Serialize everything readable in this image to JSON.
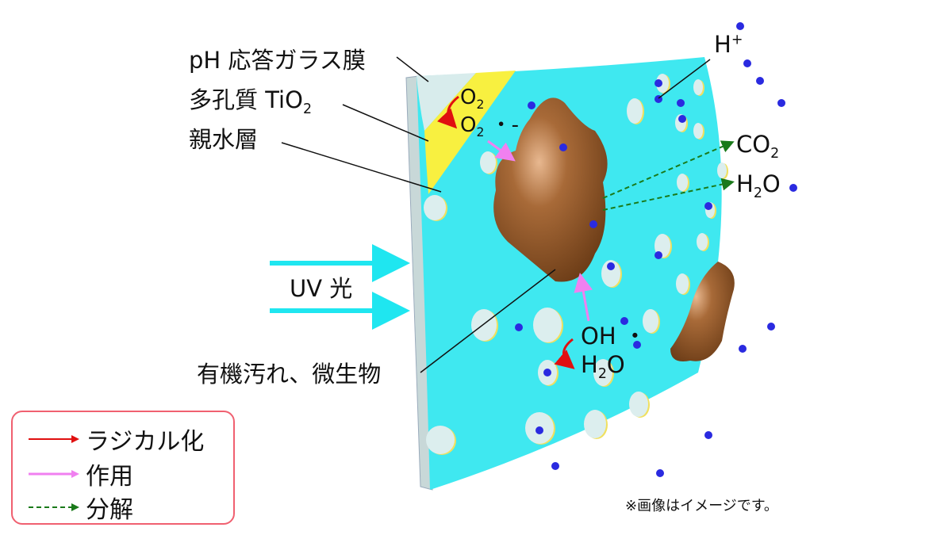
{
  "labels": {
    "glass": "pH 応答ガラス膜",
    "tio2": "多孔質 TiO",
    "tio2_sub": "2",
    "hydrophilic": "親水層",
    "uv": "UV 光",
    "organic": "有機汚れ、微生物",
    "h_plus": "H",
    "h_plus_sup": "+",
    "co2": "CO",
    "co2_sub": "2",
    "h2o_out_h": "H",
    "h2o_out_sub": "2",
    "h2o_out_o": "O",
    "o2": "O",
    "o2_sub": "2",
    "superoxide": "O",
    "superoxide_sub": "2",
    "superoxide_suffix": " ・-",
    "oh": "OH ・",
    "h2o_h": "H",
    "h2o_sub": "2",
    "h2o_o": "O"
  },
  "legend": {
    "items": [
      {
        "label": "ラジカル化",
        "color": "#e01010",
        "style": "solid"
      },
      {
        "label": "作用",
        "color": "#f080f0",
        "style": "solid"
      },
      {
        "label": "分解",
        "color": "#1a7a1a",
        "style": "dashed"
      }
    ]
  },
  "note": "※画像はイメージです。",
  "colors": {
    "panel": "#3fe8f0",
    "tio2_layer": "#f8f040",
    "glass": "#d8ecec",
    "dirt": "#a86a38",
    "ion": "#2a2ae0"
  }
}
